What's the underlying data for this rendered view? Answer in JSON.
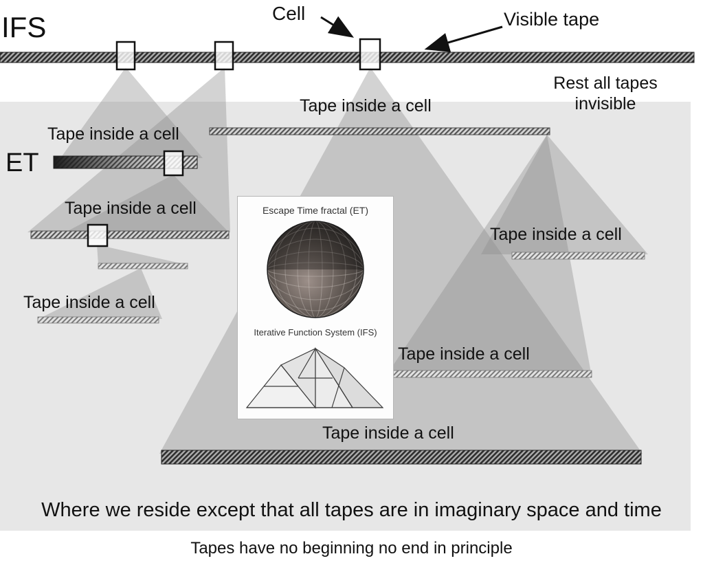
{
  "diagram": {
    "ifs_label": "IFS",
    "et_label": "ET",
    "cell_label": "Cell",
    "visible_tape_label": "Visible tape",
    "rest_invisible_label": "Rest all tapes invisible",
    "tape_inside_cell_label": "Tape inside a cell",
    "caption_main": "Where we reside except that all tapes are in imaginary space and time",
    "caption_footer": "Tapes have no beginning no end in principle"
  },
  "panel": {
    "et_caption": "Escape Time fractal (ET)",
    "ifs_caption": "Iterative Function System (IFS)"
  },
  "colors": {
    "cone": "#8c8c8c",
    "region_bg": "#e7e7e7",
    "tape_dark": "#2e2e2e",
    "text": "#111111"
  }
}
